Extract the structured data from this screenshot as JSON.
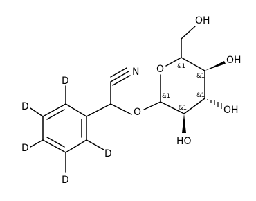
{
  "molecule": {
    "atoms": {
      "nitrile_n": "N",
      "ring_o": "O",
      "glycosidic_o": "O",
      "oh_ch2": "OH",
      "oh_c4": "OH",
      "oh_c3": "OH",
      "oh_c2": "HO",
      "d_ortho_top": "D",
      "d_meta_top": "D",
      "d_para": "D",
      "d_meta_bottom": "D",
      "d_ortho_bottom": "D"
    },
    "stereo_labels": {
      "c5": "&1",
      "c4": "&1",
      "c3": "&1",
      "c2": "&1",
      "c1": "&1"
    }
  }
}
